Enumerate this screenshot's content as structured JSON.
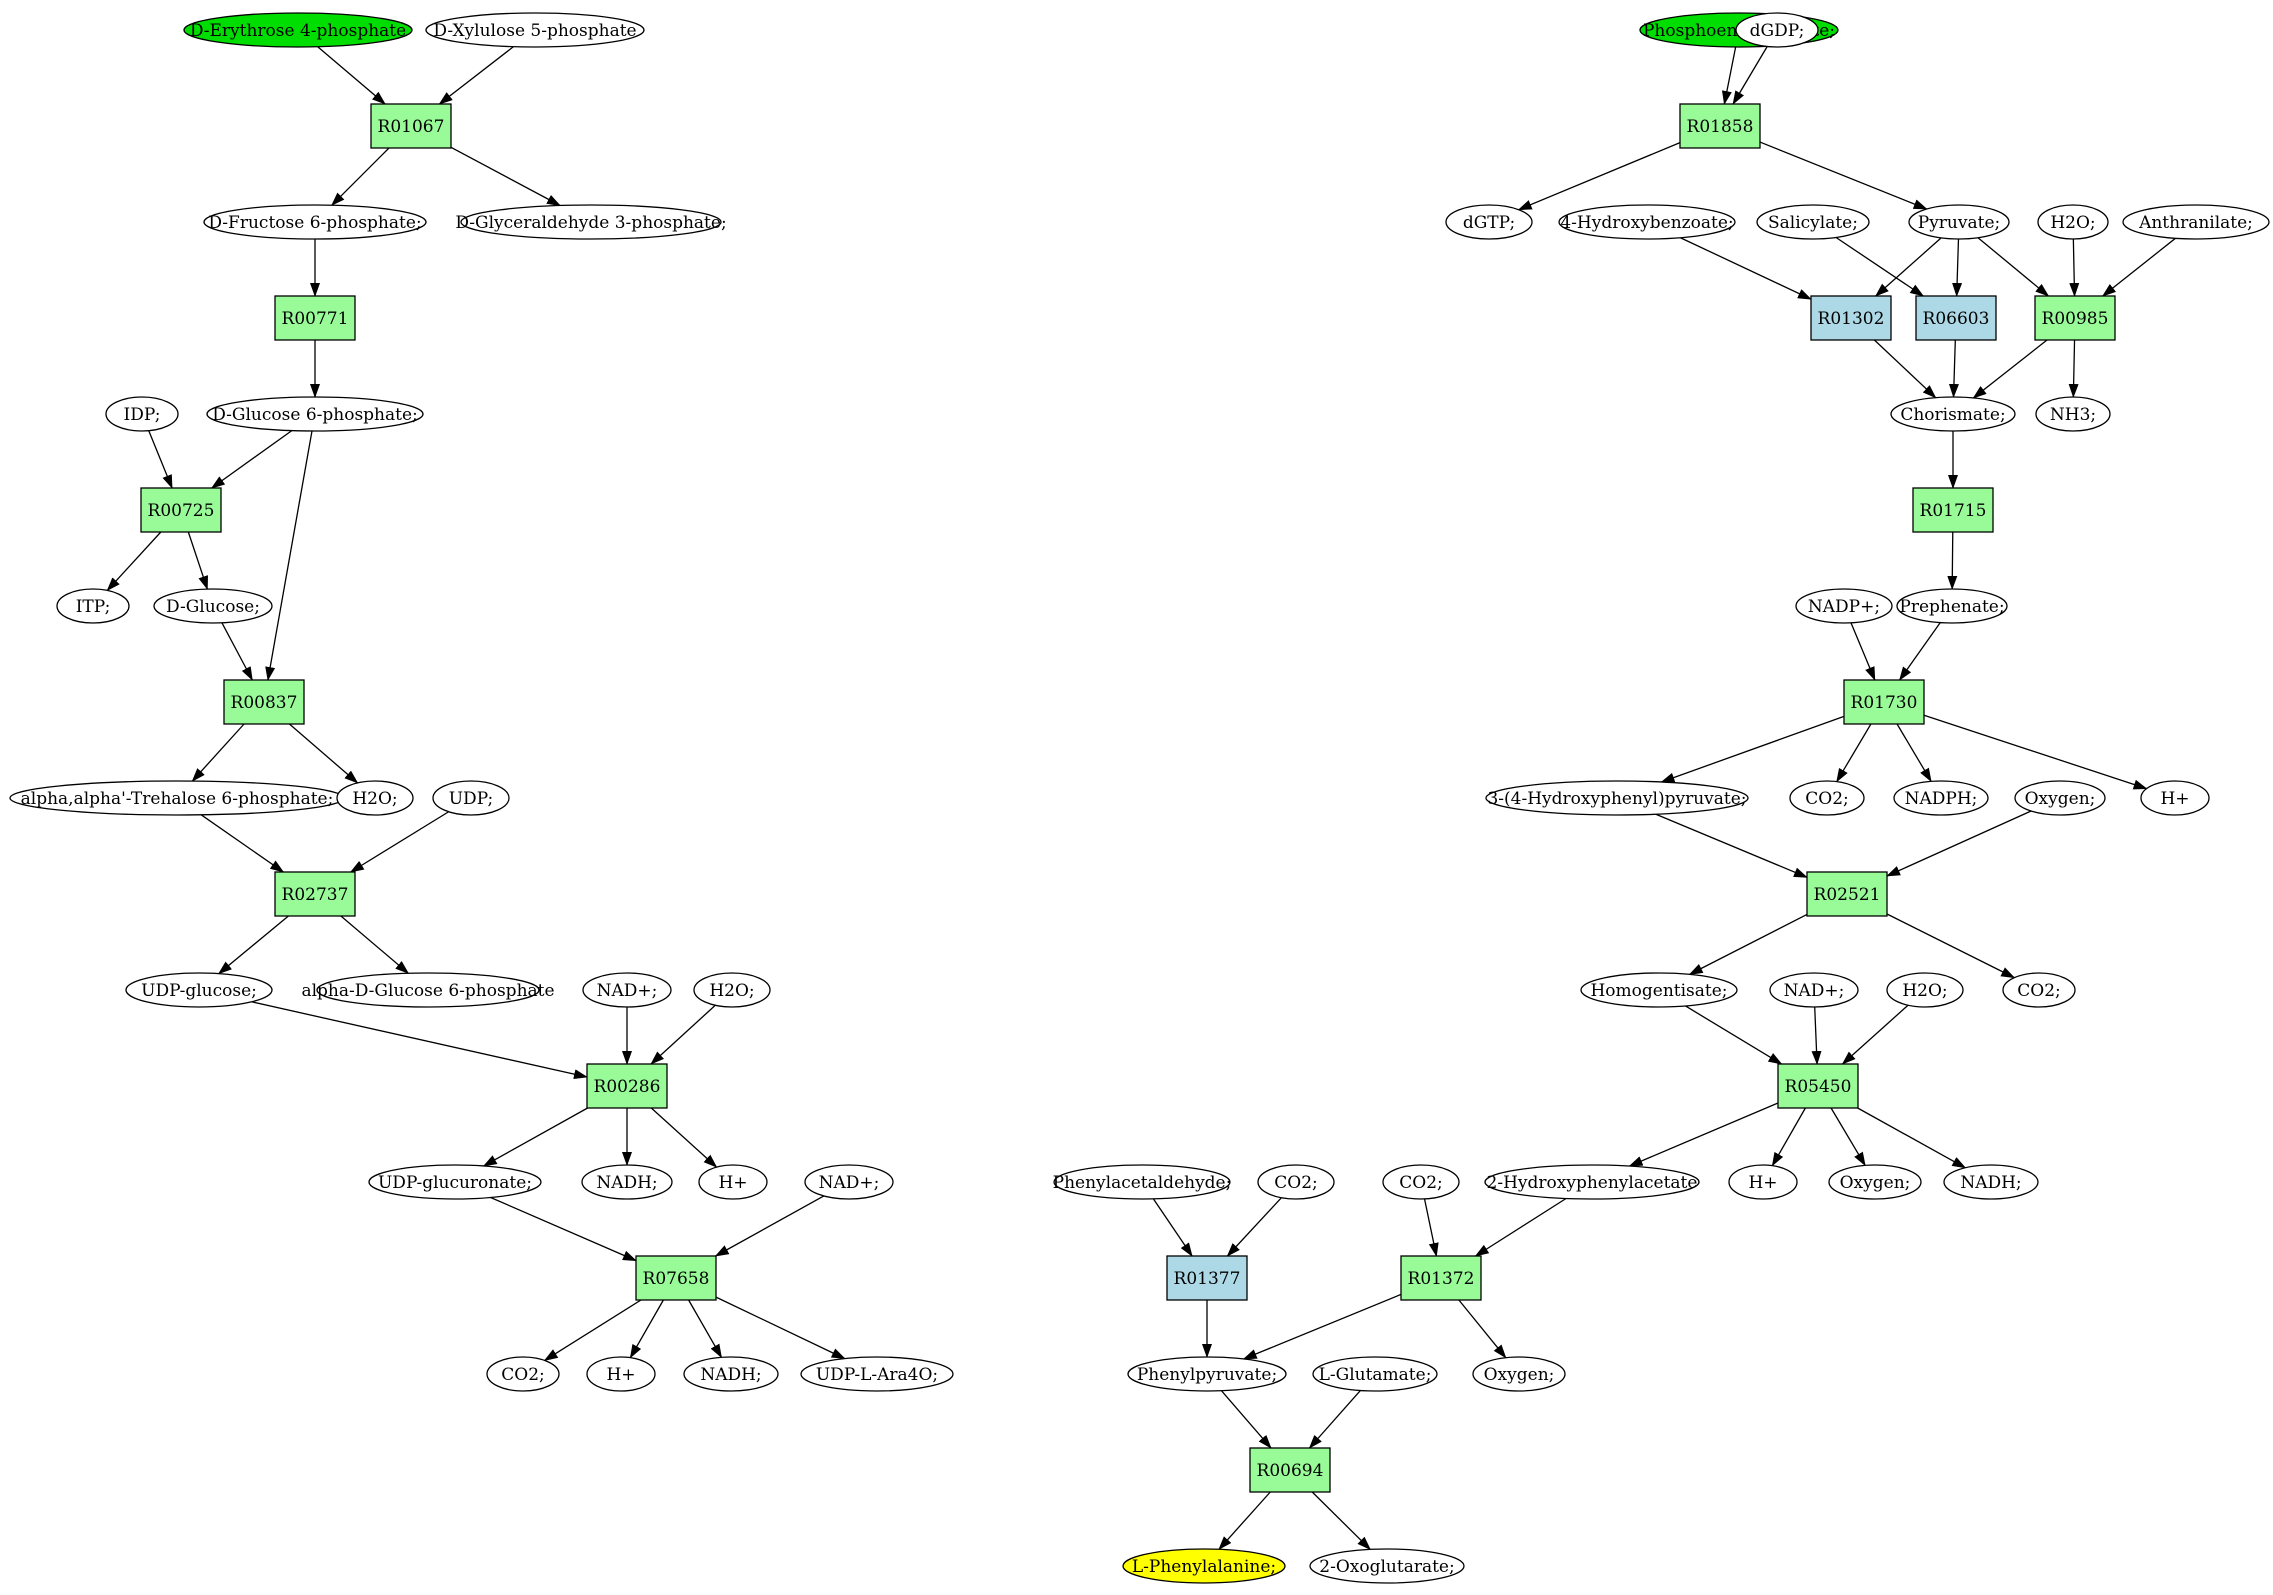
{
  "colors": {
    "start": "#00dd00",
    "target": "#ffff00",
    "reaction": "#98fb98",
    "alt_reaction": "#add8e6",
    "default": "#ffffff"
  },
  "nodes": [
    {
      "id": "m1",
      "label": "D-Erythrose 4-phosphate",
      "kind": "compound",
      "role": "start"
    },
    {
      "id": "m2",
      "label": "D-Xylulose 5-phosphate",
      "kind": "compound"
    },
    {
      "id": "r1",
      "label": "R01067",
      "kind": "reaction"
    },
    {
      "id": "m3",
      "label": "D-Fructose 6-phosphate;",
      "kind": "compound"
    },
    {
      "id": "m4",
      "label": "D-Glyceraldehyde 3-phosphate;",
      "kind": "compound"
    },
    {
      "id": "r2",
      "label": "R00771",
      "kind": "reaction"
    },
    {
      "id": "m5",
      "label": "IDP;",
      "kind": "compound"
    },
    {
      "id": "m6",
      "label": "D-Glucose 6-phosphate;",
      "kind": "compound"
    },
    {
      "id": "r3",
      "label": "R00725",
      "kind": "reaction"
    },
    {
      "id": "m7",
      "label": "ITP;",
      "kind": "compound"
    },
    {
      "id": "m8",
      "label": "D-Glucose;",
      "kind": "compound"
    },
    {
      "id": "r4",
      "label": "R00837",
      "kind": "reaction"
    },
    {
      "id": "m9",
      "label": "alpha,alpha'-Trehalose 6-phosphate;",
      "kind": "compound"
    },
    {
      "id": "m10",
      "label": "H2O;",
      "kind": "compound"
    },
    {
      "id": "m11",
      "label": "UDP;",
      "kind": "compound"
    },
    {
      "id": "r5",
      "label": "R02737",
      "kind": "reaction"
    },
    {
      "id": "m12",
      "label": "UDP-glucose;",
      "kind": "compound"
    },
    {
      "id": "m13",
      "label": "alpha-D-Glucose 6-phosphate",
      "kind": "compound"
    },
    {
      "id": "m14",
      "label": "NAD+;",
      "kind": "compound"
    },
    {
      "id": "m15",
      "label": "H2O;",
      "kind": "compound"
    },
    {
      "id": "r6",
      "label": "R00286",
      "kind": "reaction"
    },
    {
      "id": "m16",
      "label": "UDP-glucuronate;",
      "kind": "compound"
    },
    {
      "id": "m17",
      "label": "NADH;",
      "kind": "compound"
    },
    {
      "id": "m18",
      "label": "H+",
      "kind": "compound"
    },
    {
      "id": "m19",
      "label": "NAD+;",
      "kind": "compound"
    },
    {
      "id": "r7",
      "label": "R07658",
      "kind": "reaction"
    },
    {
      "id": "m20",
      "label": "CO2;",
      "kind": "compound"
    },
    {
      "id": "m21",
      "label": "H+",
      "kind": "compound"
    },
    {
      "id": "m22",
      "label": "NADH;",
      "kind": "compound"
    },
    {
      "id": "m23",
      "label": "UDP-L-Ara4O;",
      "kind": "compound"
    },
    {
      "id": "n1",
      "label": "Phosphoenolpyruvate;",
      "kind": "compound",
      "role": "start"
    },
    {
      "id": "n2",
      "label": "dGDP;",
      "kind": "compound"
    },
    {
      "id": "s1",
      "label": "R01858",
      "kind": "reaction"
    },
    {
      "id": "n3",
      "label": "dGTP;",
      "kind": "compound"
    },
    {
      "id": "n4",
      "label": "4-Hydroxybenzoate;",
      "kind": "compound"
    },
    {
      "id": "n5",
      "label": "Salicylate;",
      "kind": "compound"
    },
    {
      "id": "n6",
      "label": "Pyruvate;",
      "kind": "compound"
    },
    {
      "id": "n7",
      "label": "H2O;",
      "kind": "compound"
    },
    {
      "id": "n8",
      "label": "Anthranilate;",
      "kind": "compound"
    },
    {
      "id": "s2",
      "label": "R01302",
      "kind": "reaction",
      "role": "alt"
    },
    {
      "id": "s3",
      "label": "R06603",
      "kind": "reaction",
      "role": "alt"
    },
    {
      "id": "s4",
      "label": "R00985",
      "kind": "reaction"
    },
    {
      "id": "n9",
      "label": "Chorismate;",
      "kind": "compound"
    },
    {
      "id": "n10",
      "label": "NH3;",
      "kind": "compound"
    },
    {
      "id": "s5",
      "label": "R01715",
      "kind": "reaction"
    },
    {
      "id": "n11",
      "label": "NADP+;",
      "kind": "compound"
    },
    {
      "id": "n12",
      "label": "Prephenate;",
      "kind": "compound"
    },
    {
      "id": "s6",
      "label": "R01730",
      "kind": "reaction"
    },
    {
      "id": "n13",
      "label": "3-(4-Hydroxyphenyl)pyruvate;",
      "kind": "compound"
    },
    {
      "id": "n14",
      "label": "CO2;",
      "kind": "compound"
    },
    {
      "id": "n15",
      "label": "NADPH;",
      "kind": "compound"
    },
    {
      "id": "n16",
      "label": "Oxygen;",
      "kind": "compound"
    },
    {
      "id": "n17",
      "label": "H+",
      "kind": "compound"
    },
    {
      "id": "s7",
      "label": "R02521",
      "kind": "reaction"
    },
    {
      "id": "n18",
      "label": "Homogentisate;",
      "kind": "compound"
    },
    {
      "id": "n19",
      "label": "NAD+;",
      "kind": "compound"
    },
    {
      "id": "n20",
      "label": "H2O;",
      "kind": "compound"
    },
    {
      "id": "n21",
      "label": "CO2;",
      "kind": "compound"
    },
    {
      "id": "s8",
      "label": "R05450",
      "kind": "reaction"
    },
    {
      "id": "n22",
      "label": "Phenylacetaldehyde;",
      "kind": "compound"
    },
    {
      "id": "n23",
      "label": "CO2;",
      "kind": "compound"
    },
    {
      "id": "n24",
      "label": "CO2;",
      "kind": "compound"
    },
    {
      "id": "n25",
      "label": "2-Hydroxyphenylacetate",
      "kind": "compound"
    },
    {
      "id": "n26",
      "label": "H+",
      "kind": "compound"
    },
    {
      "id": "n27",
      "label": "Oxygen;",
      "kind": "compound"
    },
    {
      "id": "n28",
      "label": "NADH;",
      "kind": "compound"
    },
    {
      "id": "s9",
      "label": "R01377",
      "kind": "reaction",
      "role": "alt"
    },
    {
      "id": "s10",
      "label": "R01372",
      "kind": "reaction"
    },
    {
      "id": "n29",
      "label": "Phenylpyruvate;",
      "kind": "compound"
    },
    {
      "id": "n30",
      "label": "L-Glutamate;",
      "kind": "compound"
    },
    {
      "id": "n31",
      "label": "Oxygen;",
      "kind": "compound"
    },
    {
      "id": "s11",
      "label": "R00694",
      "kind": "reaction"
    },
    {
      "id": "n32",
      "label": "L-Phenylalanine;",
      "kind": "compound",
      "role": "target"
    },
    {
      "id": "n33",
      "label": "2-Oxoglutarate;",
      "kind": "compound"
    }
  ],
  "edges": [
    [
      "m1",
      "r1"
    ],
    [
      "m2",
      "r1"
    ],
    [
      "r1",
      "m3"
    ],
    [
      "r1",
      "m4"
    ],
    [
      "m3",
      "r2"
    ],
    [
      "r2",
      "m6"
    ],
    [
      "m5",
      "r3"
    ],
    [
      "m6",
      "r3"
    ],
    [
      "r3",
      "m7"
    ],
    [
      "r3",
      "m8"
    ],
    [
      "m8",
      "r4"
    ],
    [
      "m6",
      "r4"
    ],
    [
      "r4",
      "m9"
    ],
    [
      "r4",
      "m10"
    ],
    [
      "m9",
      "r5"
    ],
    [
      "m11",
      "r5"
    ],
    [
      "r5",
      "m12"
    ],
    [
      "r5",
      "m13"
    ],
    [
      "m12",
      "r6"
    ],
    [
      "m14",
      "r6"
    ],
    [
      "m15",
      "r6"
    ],
    [
      "r6",
      "m16"
    ],
    [
      "r6",
      "m17"
    ],
    [
      "r6",
      "m18"
    ],
    [
      "m16",
      "r7"
    ],
    [
      "m19",
      "r7"
    ],
    [
      "r7",
      "m20"
    ],
    [
      "r7",
      "m21"
    ],
    [
      "r7",
      "m22"
    ],
    [
      "r7",
      "m23"
    ],
    [
      "n1",
      "s1"
    ],
    [
      "n2",
      "s1"
    ],
    [
      "s1",
      "n3"
    ],
    [
      "s1",
      "n6"
    ],
    [
      "n4",
      "s2"
    ],
    [
      "n6",
      "s2"
    ],
    [
      "n5",
      "s3"
    ],
    [
      "n6",
      "s3"
    ],
    [
      "n6",
      "s4"
    ],
    [
      "n7",
      "s4"
    ],
    [
      "n8",
      "s4"
    ],
    [
      "s2",
      "n9"
    ],
    [
      "s3",
      "n9"
    ],
    [
      "s4",
      "n9"
    ],
    [
      "s4",
      "n10"
    ],
    [
      "n9",
      "s5"
    ],
    [
      "s5",
      "n12"
    ],
    [
      "n11",
      "s6"
    ],
    [
      "n12",
      "s6"
    ],
    [
      "s6",
      "n13"
    ],
    [
      "s6",
      "n14"
    ],
    [
      "s6",
      "n15"
    ],
    [
      "s6",
      "n17"
    ],
    [
      "n13",
      "s7"
    ],
    [
      "n16",
      "s7"
    ],
    [
      "s7",
      "n18"
    ],
    [
      "s7",
      "n21"
    ],
    [
      "n18",
      "s8"
    ],
    [
      "n19",
      "s8"
    ],
    [
      "n20",
      "s8"
    ],
    [
      "s8",
      "n25"
    ],
    [
      "s8",
      "n26"
    ],
    [
      "s8",
      "n27"
    ],
    [
      "s8",
      "n28"
    ],
    [
      "n22",
      "s9"
    ],
    [
      "n23",
      "s9"
    ],
    [
      "n24",
      "s10"
    ],
    [
      "n25",
      "s10"
    ],
    [
      "s9",
      "n29"
    ],
    [
      "s10",
      "n29"
    ],
    [
      "s10",
      "n31"
    ],
    [
      "n29",
      "s11"
    ],
    [
      "n30",
      "s11"
    ],
    [
      "s11",
      "n32"
    ],
    [
      "s11",
      "n33"
    ]
  ]
}
